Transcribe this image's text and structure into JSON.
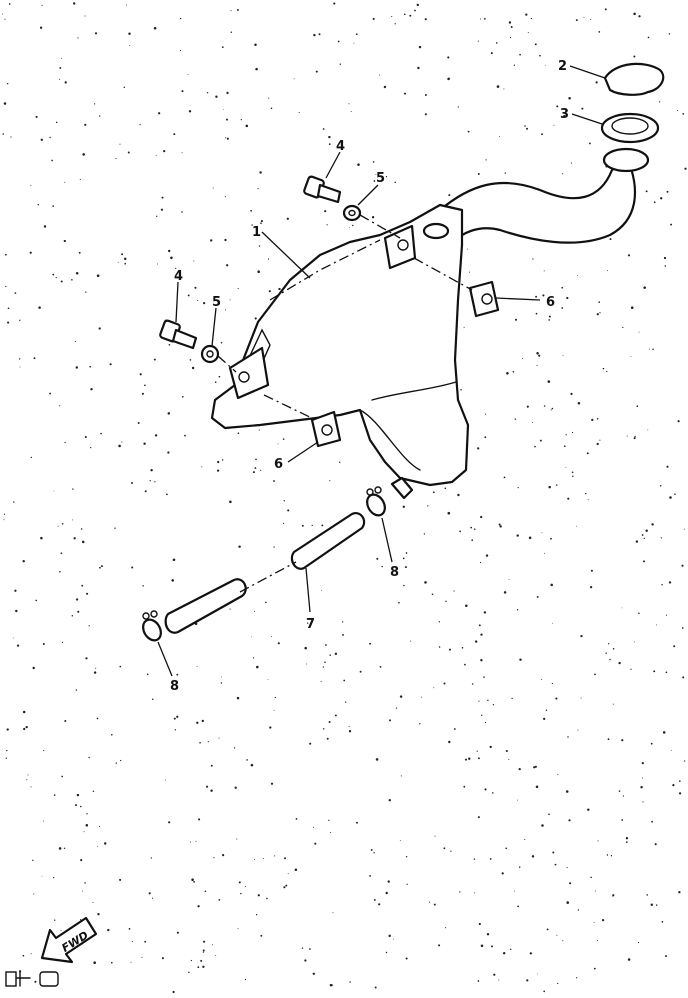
{
  "callouts": [
    {
      "id": "c1",
      "text": "1"
    },
    {
      "id": "c2",
      "text": "2"
    },
    {
      "id": "c3",
      "text": "3"
    },
    {
      "id": "c4a",
      "text": "4"
    },
    {
      "id": "c4b",
      "text": "4"
    },
    {
      "id": "c5a",
      "text": "5"
    },
    {
      "id": "c5b",
      "text": "5"
    },
    {
      "id": "c6a",
      "text": "6"
    },
    {
      "id": "c6b",
      "text": "6"
    },
    {
      "id": "c7",
      "text": "7"
    },
    {
      "id": "c8a",
      "text": "8"
    },
    {
      "id": "c8b",
      "text": "8"
    }
  ],
  "direction_marker": {
    "text": "FWD"
  }
}
